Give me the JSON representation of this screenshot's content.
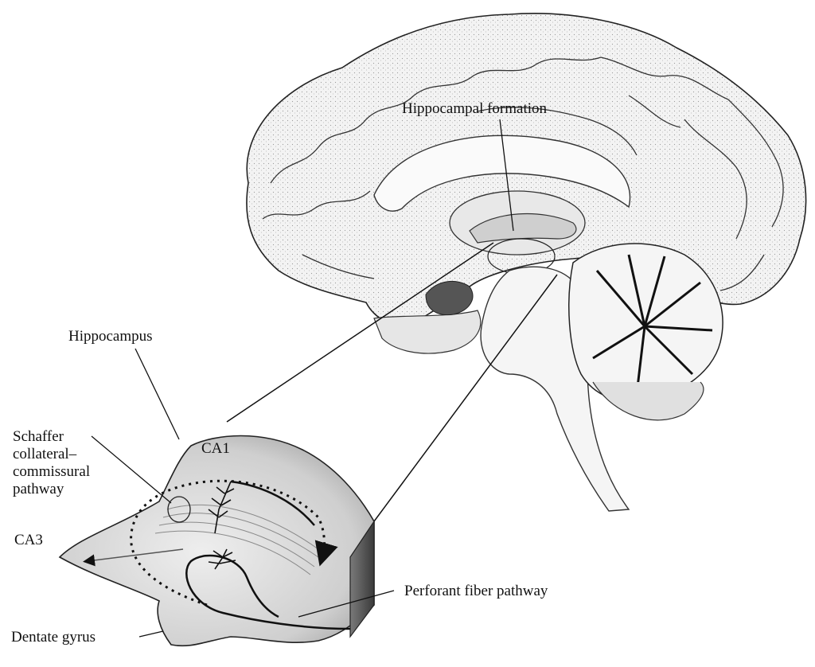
{
  "labels": {
    "hippocampal_formation": "Hippocampal formation",
    "hippocampus": "Hippocampus",
    "schaffer": "Schaffer\ncollateral–\ncommissural\npathway",
    "ca1": "CA1",
    "ca3": "CA3",
    "perforant": "Perforant fiber pathway",
    "dentate": "Dentate gyrus"
  },
  "colors": {
    "ink": "#111111",
    "brain_fill": "#f1f1f1",
    "slice_fill": "#d9d9d9",
    "slice_top": "#bdbdbd"
  }
}
